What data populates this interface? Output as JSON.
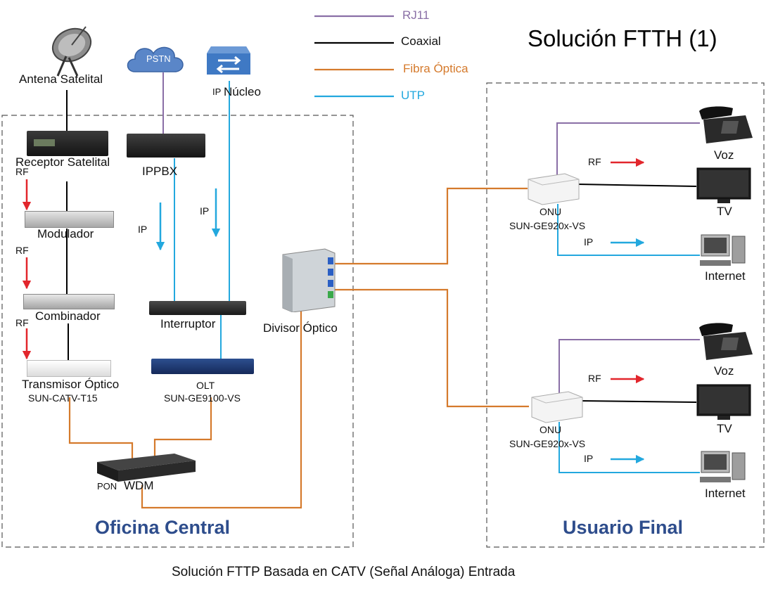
{
  "title": "Solución FTTH (1)",
  "caption": "Solución FTTP Basada en CATV (Señal Análoga) Entrada",
  "colors": {
    "rj11": "#8a6fa6",
    "coaxial": "#000000",
    "fibra": "#d57a2c",
    "utp": "#23a8de",
    "rf_arrow": "#e2262c",
    "section_title": "#2e4d8c"
  },
  "legend": [
    {
      "key": "rj11",
      "label": "RJ11"
    },
    {
      "key": "coaxial",
      "label": "Coaxial"
    },
    {
      "key": "fibra",
      "label": "Fibra Óptica"
    },
    {
      "key": "utp",
      "label": "UTP"
    }
  ],
  "sections": {
    "central": "Oficina Central",
    "user": "Usuario Final"
  },
  "nodes": {
    "antenna": "Antena Satelital",
    "pstn": "PSTN",
    "core_prefix": "IP",
    "core": "Núcleo",
    "receiver": "Receptor Satelital",
    "ippbx": "IPPBX",
    "modulator": "Modulador",
    "combiner": "Combinador",
    "switch": "Interruptor",
    "transmitter": "Transmisor Óptico",
    "transmitter_model": "SUN-CATV-T15",
    "olt": "OLT",
    "olt_model": "SUN-GE9100-VS",
    "wdm_prefix": "PON",
    "wdm": "WDM",
    "splitter": "Divisor Óptico"
  },
  "signals": {
    "rf": "RF",
    "ip": "IP"
  },
  "users": [
    {
      "onu": "ONU",
      "model": "SUN-GE920x-VS",
      "voice": "Voz",
      "tv": "TV",
      "internet": "Internet",
      "rf": "RF",
      "ip": "IP"
    },
    {
      "onu": "ONU",
      "model": "SUN-GE920x-VS",
      "voice": "Voz",
      "tv": "TV",
      "internet": "Internet",
      "rf": "RF",
      "ip": "IP"
    }
  ],
  "icons": [
    "satellite-dish-icon",
    "pstn-cloud-icon",
    "core-router-icon",
    "phone-icon",
    "tv-icon",
    "computer-icon"
  ]
}
